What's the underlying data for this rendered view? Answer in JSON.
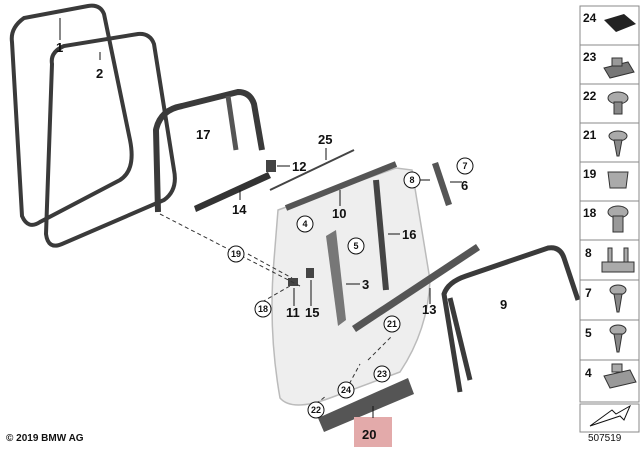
{
  "callouts": [
    {
      "id": "c1",
      "label": "1"
    },
    {
      "id": "c2",
      "label": "2"
    },
    {
      "id": "c3",
      "label": "3"
    },
    {
      "id": "c4",
      "label": "4"
    },
    {
      "id": "c5",
      "label": "5"
    },
    {
      "id": "c6",
      "label": "6"
    },
    {
      "id": "c7",
      "label": "7"
    },
    {
      "id": "c8",
      "label": "8"
    },
    {
      "id": "c9",
      "label": "9"
    },
    {
      "id": "c10",
      "label": "10"
    },
    {
      "id": "c11",
      "label": "11"
    },
    {
      "id": "c12",
      "label": "12"
    },
    {
      "id": "c13",
      "label": "13"
    },
    {
      "id": "c14",
      "label": "14"
    },
    {
      "id": "c15",
      "label": "15"
    },
    {
      "id": "c16",
      "label": "16"
    },
    {
      "id": "c17",
      "label": "17"
    },
    {
      "id": "c18",
      "label": "18"
    },
    {
      "id": "c19",
      "label": "19"
    },
    {
      "id": "c20",
      "label": "20"
    },
    {
      "id": "c21",
      "label": "21"
    },
    {
      "id": "c22",
      "label": "22"
    },
    {
      "id": "c23",
      "label": "23"
    },
    {
      "id": "c24",
      "label": "24"
    },
    {
      "id": "c25",
      "label": "25"
    }
  ],
  "parts_column": [
    "24",
    "23",
    "22",
    "21",
    "19",
    "18",
    "8",
    "7",
    "5",
    "4"
  ],
  "copyright": "© 2019 BMW AG",
  "diagram_number": "507519",
  "colors": {
    "highlight": "#e3aaaa",
    "door": "#eeeeee",
    "seal": "#3a3a3a"
  }
}
